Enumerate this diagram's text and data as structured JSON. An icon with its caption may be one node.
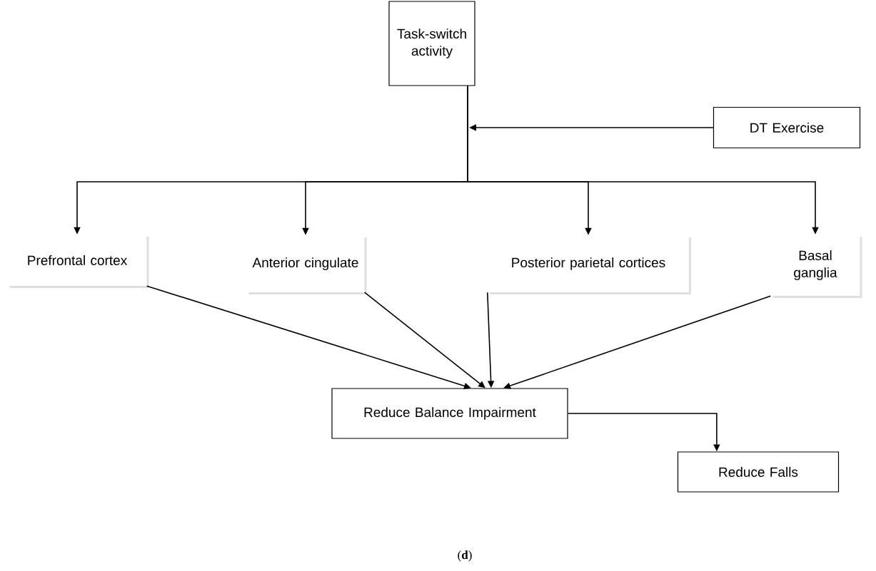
{
  "diagram": {
    "caption": "(**d**)",
    "nodes": [
      {
        "text": [
          "Task-switch activity"
        ]
      },
      {
        "text": [
          "DT Exercise"
        ]
      },
      {
        "text": [
          "Prefrontal cortex"
        ]
      },
      {
        "text": [
          "Anterior cingulate"
        ]
      },
      {
        "text": [
          "Posterior parietal cortices"
        ]
      },
      {
        "text": [
          "Basal ganglia"
        ]
      },
      {
        "text": [
          "Reduce Balance Impairment"
        ]
      },
      {
        "text": [
          "Reduce Falls"
        ]
      }
    ],
    "edges": [
      {
        "from": 0,
        "to": 2,
        "arrow": "to"
      },
      {
        "from": 0,
        "to": 3,
        "arrow": "to"
      },
      {
        "from": 0,
        "to": 4,
        "arrow": "to"
      },
      {
        "from": 0,
        "to": 5,
        "arrow": "to"
      },
      {
        "from": 1,
        "to": null,
        "arrow": "to"
      },
      {
        "from": 2,
        "to": 6,
        "arrow": "to"
      },
      {
        "from": 3,
        "to": 6,
        "arrow": "to"
      },
      {
        "from": 4,
        "to": 6,
        "arrow": "to"
      },
      {
        "from": 5,
        "to": 6,
        "arrow": "to"
      },
      {
        "from": 6,
        "to": 7,
        "arrow": "to"
      }
    ]
  }
}
